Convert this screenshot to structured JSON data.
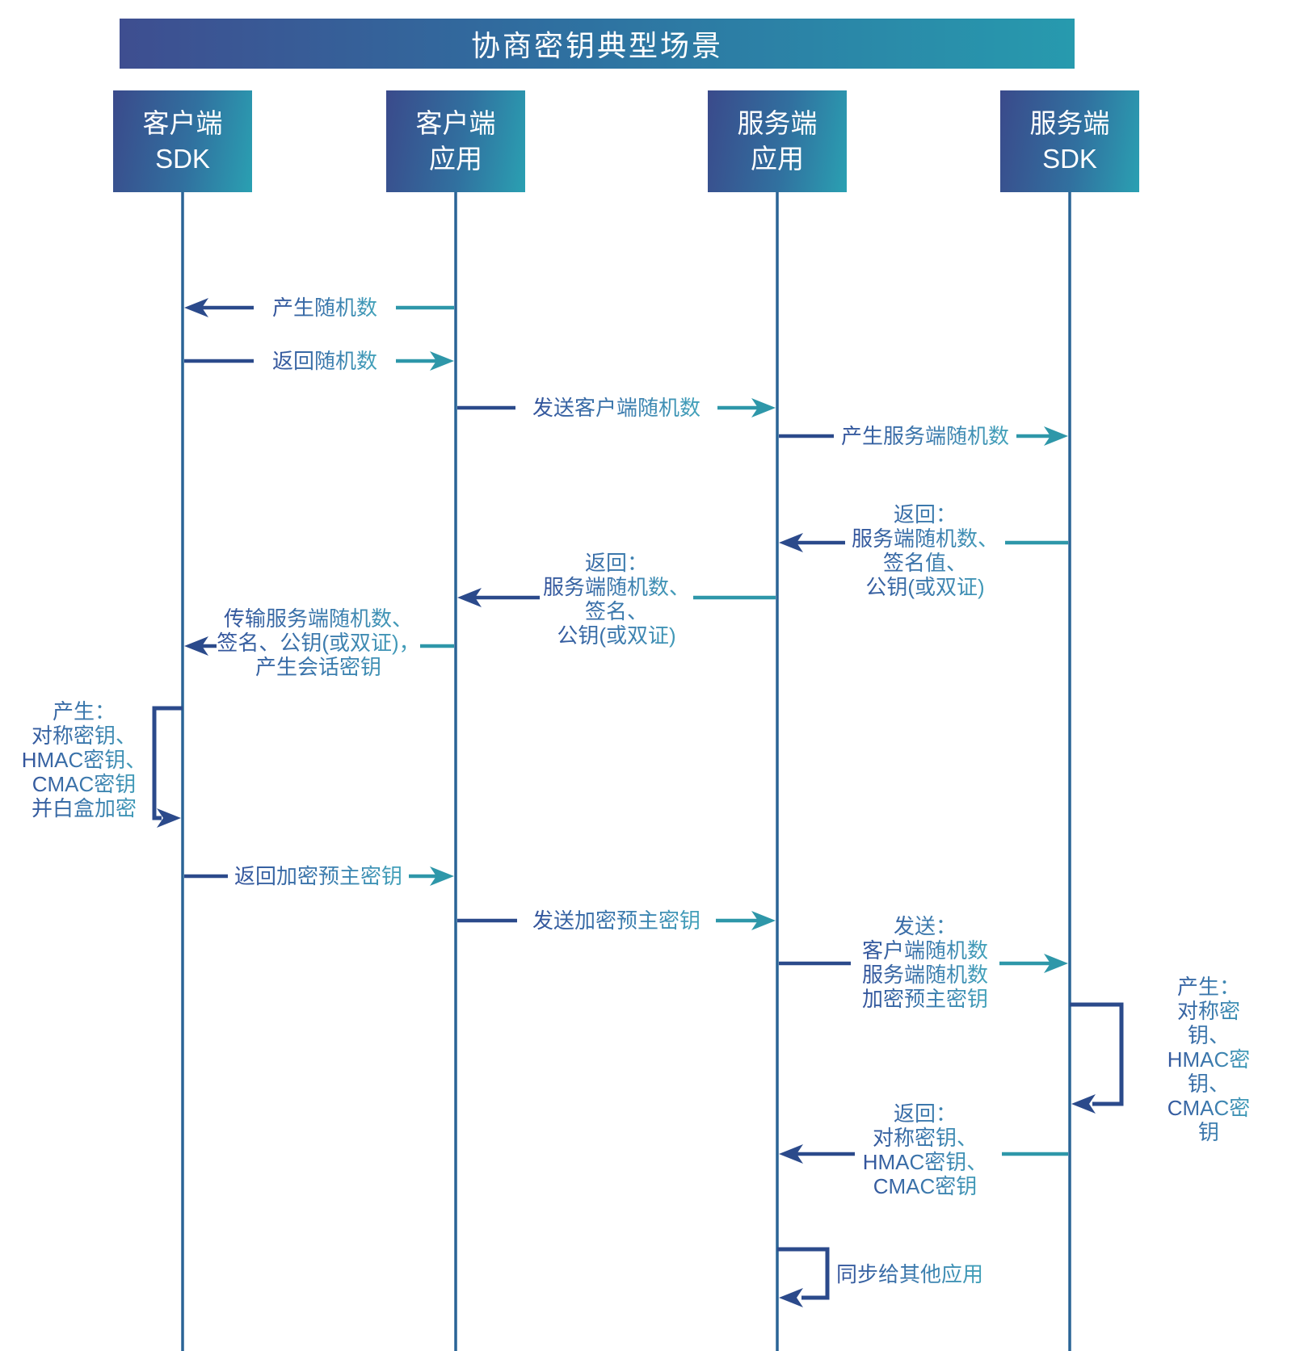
{
  "title": "协商密钥典型场景",
  "actors": [
    {
      "label": "客户端\nSDK"
    },
    {
      "label": "客户端\n应用"
    },
    {
      "label": "服务端\n应用"
    },
    {
      "label": "服务端\nSDK"
    }
  ],
  "messages": [
    {
      "label": "产生随机数"
    },
    {
      "label": "返回随机数"
    },
    {
      "label": "发送客户端随机数"
    },
    {
      "label": "产生服务端随机数"
    },
    {
      "label": "返回：\n服务端随机数、\n签名值、\n公钥(或双证)"
    },
    {
      "label": "返回：\n服务端随机数、\n签名、\n公钥(或双证)"
    },
    {
      "label": "传输服务端随机数、\n签名、公钥(或双证)，\n产生会话密钥"
    },
    {
      "label": "产生：\n对称密钥、\nHMAC密钥、\nCMAC密钥\n并白盒加密"
    },
    {
      "label": "返回加密预主密钥"
    },
    {
      "label": "发送加密预主密钥"
    },
    {
      "label": "发送：\n客户端随机数\n服务端随机数\n加密预主密钥"
    },
    {
      "label": "产生：\n对称密钥、\nHMAC密钥、\nCMAC密钥"
    },
    {
      "label": "返回：\n对称密钥、\nHMAC密钥、\nCMAC密钥"
    },
    {
      "label": "同步给其他应用"
    }
  ],
  "colors": {
    "arrow_navy": "#2b4a8b",
    "arrow_teal": "#2e97a9",
    "lifeline_blue": "#2a6496",
    "header_gradient_start": "#3a4a8b",
    "header_gradient_end": "#2aa0b2",
    "label_gradient_start": "#33539b",
    "label_gradient_end": "#42a2ba",
    "title_text": "#ffffff"
  }
}
